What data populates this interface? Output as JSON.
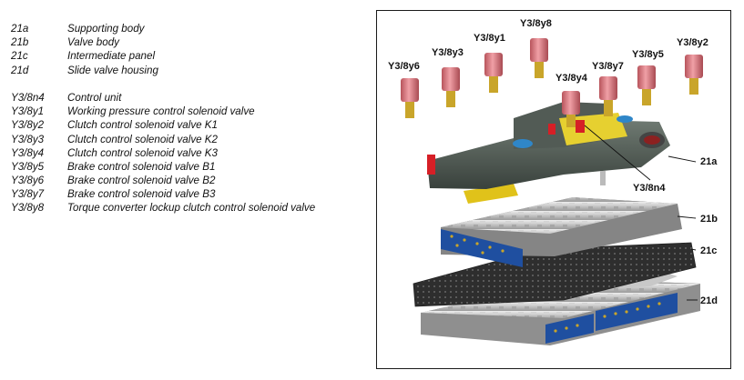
{
  "legend": {
    "group1": [
      {
        "code": "21a",
        "desc": "Supporting body"
      },
      {
        "code": "21b",
        "desc": "Valve body"
      },
      {
        "code": "21c",
        "desc": "Intermediate panel"
      },
      {
        "code": "21d",
        "desc": "Slide valve housing"
      }
    ],
    "group2": [
      {
        "code": "Y3/8n4",
        "desc": "Control unit"
      },
      {
        "code": "Y3/8y1",
        "desc": "Working pressure control solenoid valve"
      },
      {
        "code": "Y3/8y2",
        "desc": "Clutch control solenoid valve K1"
      },
      {
        "code": "Y3/8y3",
        "desc": "Clutch control solenoid valve K2"
      },
      {
        "code": "Y3/8y4",
        "desc": "Clutch control solenoid valve K3"
      },
      {
        "code": "Y3/8y5",
        "desc": "Brake control solenoid valve B1"
      },
      {
        "code": "Y3/8y6",
        "desc": "Brake control solenoid valve B2"
      },
      {
        "code": "Y3/8y7",
        "desc": "Brake control solenoid valve B3"
      },
      {
        "code": "Y3/8y8",
        "desc": "Torque converter lockup clutch control solenoid valve"
      }
    ]
  },
  "diagram": {
    "labels": {
      "y3_8y6": "Y3/8y6",
      "y3_8y3": "Y3/8y3",
      "y3_8y1": "Y3/8y1",
      "y3_8y8": "Y3/8y8",
      "y3_8y4": "Y3/8y4",
      "y3_8y7": "Y3/8y7",
      "y3_8y5": "Y3/8y5",
      "y3_8y2": "Y3/8y2",
      "y3_8n4": "Y3/8n4",
      "p21a": "21a",
      "p21b": "21b",
      "p21c": "21c",
      "p21d": "21d"
    }
  }
}
